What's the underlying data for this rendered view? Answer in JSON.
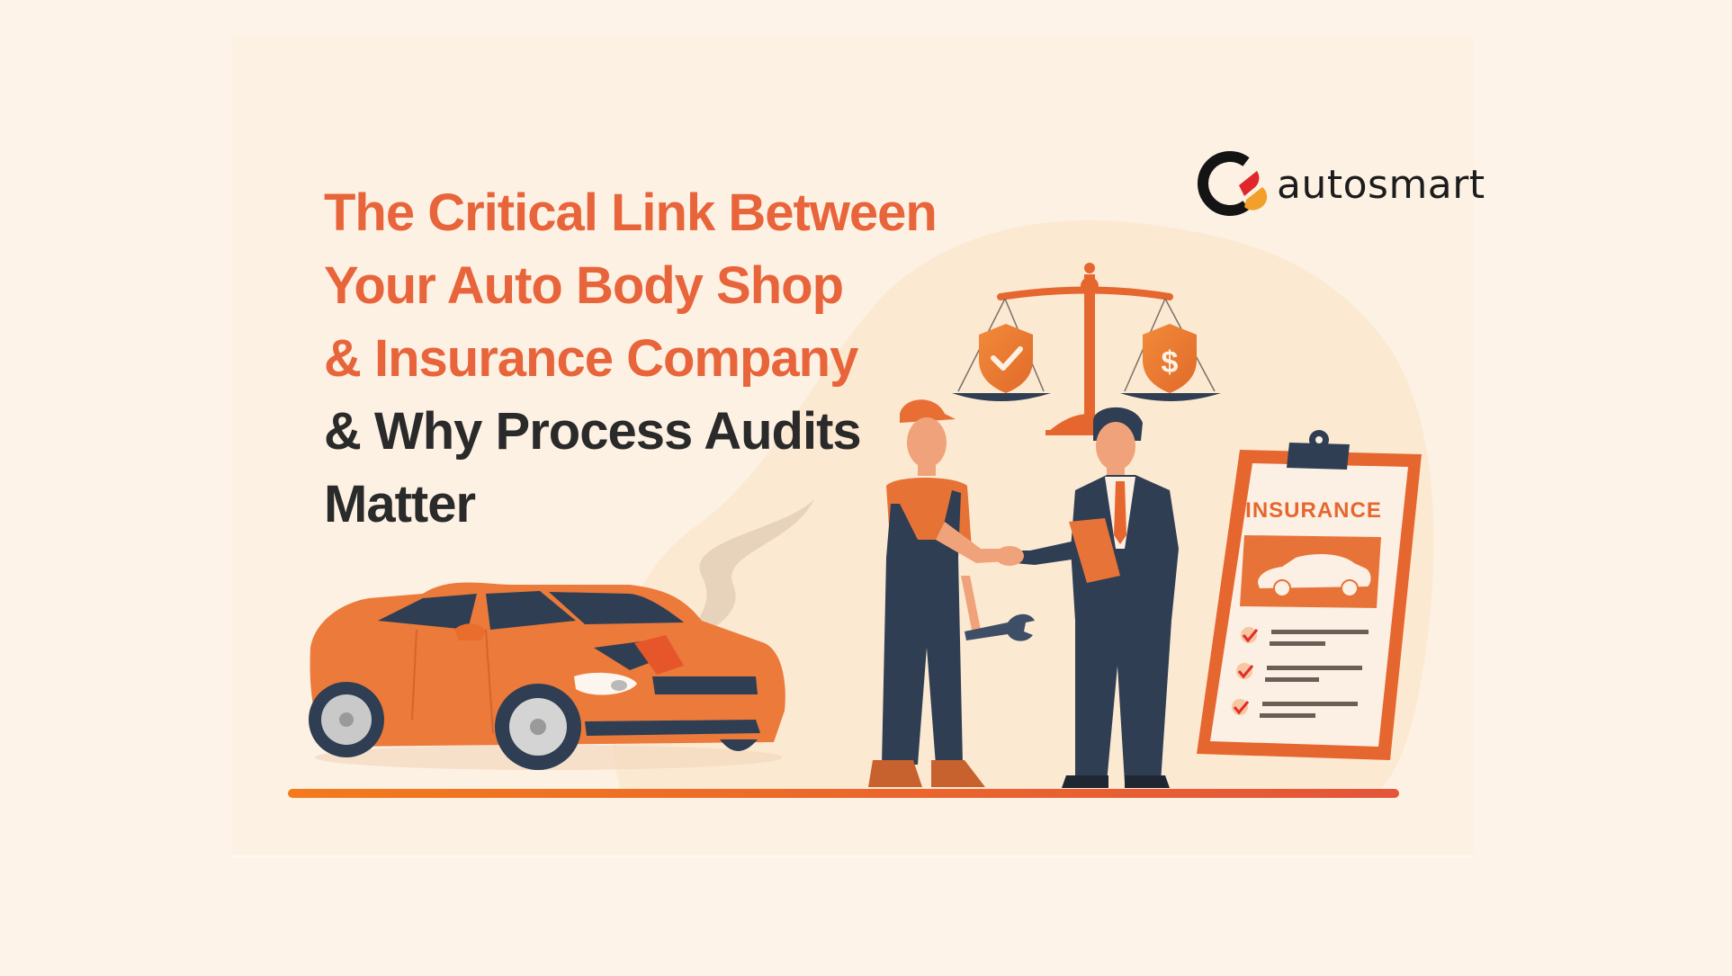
{
  "banner": {
    "headline": {
      "line1": "The Critical Link Between",
      "line2": "Your Auto Body Shop",
      "line3": "& Insurance Company",
      "line4": "& Why Process Audits",
      "line5": "Matter"
    },
    "brand": {
      "name": "autosmart",
      "logo_icon": "autosmart-logo-icon"
    },
    "illustration": {
      "clipboard_title": "INSURANCE",
      "scale_left_icon": "shield-check-icon",
      "scale_right_icon": "shield-dollar-icon",
      "scale_left_symbol": "✓",
      "scale_right_symbol": "$",
      "checklist_items": 3
    },
    "colors": {
      "background": "#fdf3e8",
      "accent_orange": "#e8643a",
      "car_orange": "#ec7a3a",
      "dark_navy": "#2f3e52",
      "headline_dark": "#2a2a2a",
      "logo_red": "#e0262b",
      "logo_yellow": "#f2a02a"
    }
  }
}
